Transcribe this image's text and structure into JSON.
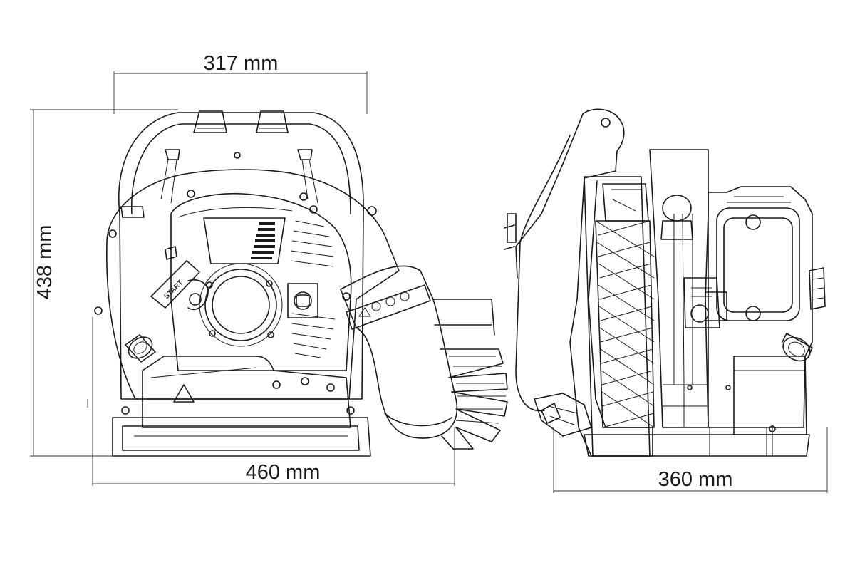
{
  "dimensions": {
    "top_width": "317 mm",
    "height": "438 mm",
    "bottom_width": "460 mm",
    "side_depth": "360 mm"
  },
  "labels": {
    "start": "START"
  },
  "colors": {
    "line": "#1a1a1a",
    "background": "#ffffff"
  }
}
